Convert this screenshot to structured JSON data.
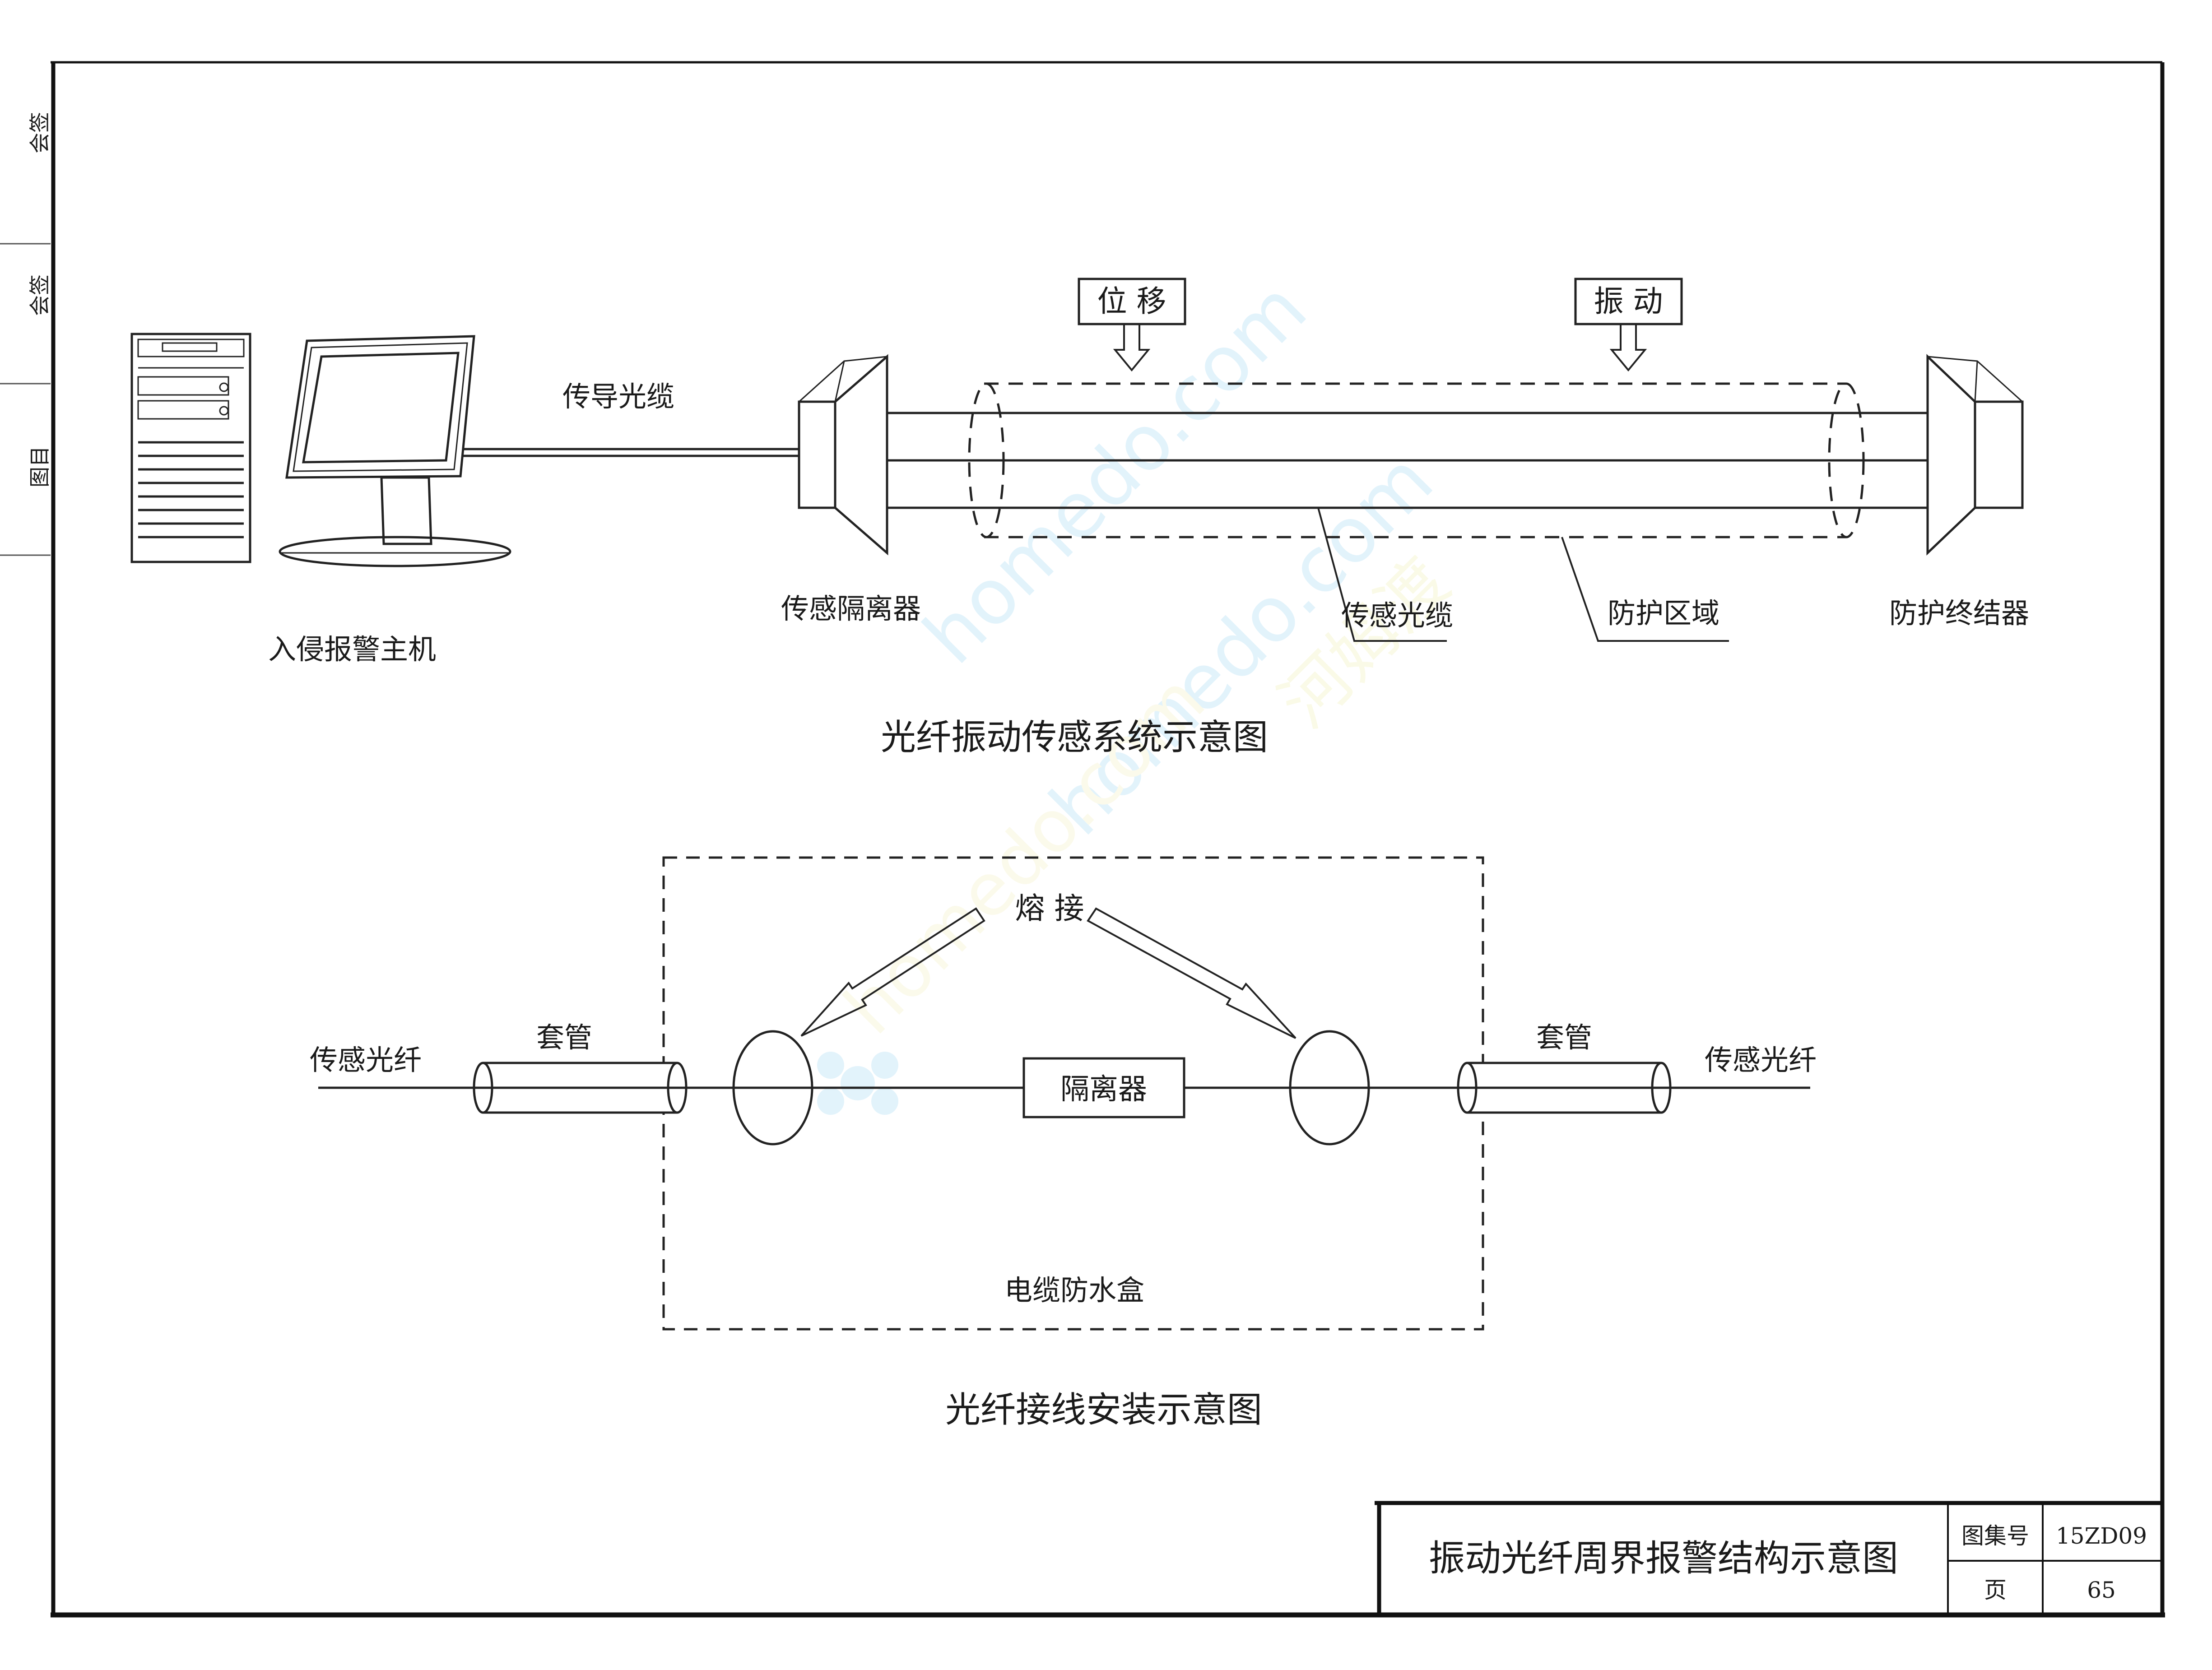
{
  "margin_marks": {
    "top": "会签",
    "middle": "会签",
    "bottom": "图目"
  },
  "watermark": {
    "latin": "homedo.com",
    "cn": "河姆渡"
  },
  "diagram1": {
    "host_label": "入侵报警主机",
    "lead_cable_label": "传导光缆",
    "isolator_label": "传感隔离器",
    "displacement_label": "位  移",
    "vibration_label": "振  动",
    "sensing_cable_label": "传感光缆",
    "protected_zone_label": "防护区域",
    "terminator_label": "防护终结器",
    "title": "光纤振动传感系统示意图"
  },
  "diagram2": {
    "fiber_left_label": "传感光纤",
    "sleeve_left_label": "套管",
    "splice_label": "熔  接",
    "isolator_label": "隔离器",
    "sleeve_right_label": "套管",
    "fiber_right_label": "传感光纤",
    "box_label": "电缆防水盒",
    "title": "光纤接线安装示意图"
  },
  "title_block": {
    "drawing_title": "振动光纤周界报警结构示意图",
    "atlas_no_label": "图集号",
    "atlas_no": "15ZD09",
    "page_label": "页",
    "page_no": "65"
  }
}
